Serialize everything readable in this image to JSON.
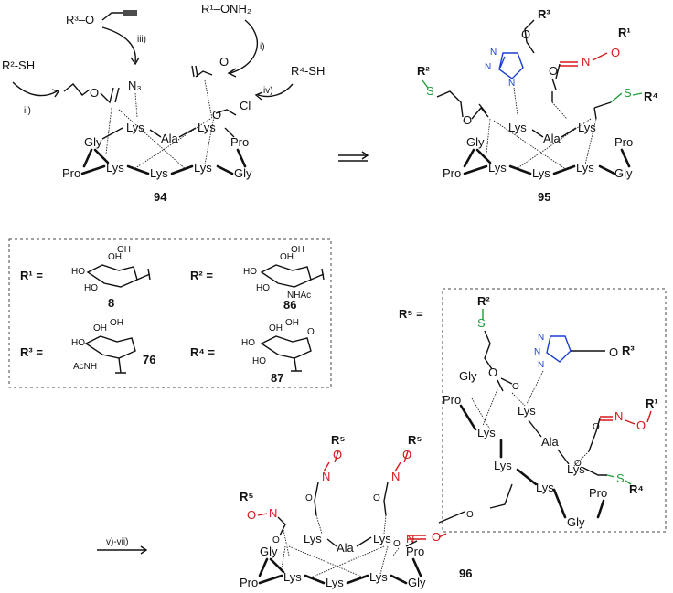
{
  "compounds": {
    "c94": "94",
    "c95": "95",
    "c96": "96",
    "c8": "8",
    "c86": "86",
    "c76": "76",
    "c87": "87"
  },
  "reagents": {
    "r1": "R¹–ONH₂",
    "r2": "R²-SH",
    "r3": "R³–O",
    "r4": "R⁴-SH"
  },
  "steps": {
    "i": "i)",
    "ii": "ii)",
    "iii": "iii)",
    "iv": "iv)",
    "v_vii": "v)-vii)"
  },
  "residues": {
    "gly": "Gly",
    "pro": "Pro",
    "lys": "Lys",
    "ala": "Ala"
  },
  "atoms": {
    "n3": "N₃",
    "cl": "Cl",
    "o": "O",
    "s": "S",
    "n": "N",
    "nhac": "NHAc",
    "acnh": "AcNH",
    "oh": "OH",
    "ho": "HO"
  },
  "legend": {
    "r1": "R¹ =",
    "r2": "R² =",
    "r3": "R³ =",
    "r4": "R⁴ =",
    "r5": "R⁵ ="
  },
  "subs": {
    "R1": "R¹",
    "R2": "R²",
    "R3": "R³",
    "R4": "R⁴",
    "R5": "R⁵"
  },
  "colors": {
    "oxime": "#d8181b",
    "thioether": "#1f9e3a",
    "triazole": "#1b3fd1"
  }
}
